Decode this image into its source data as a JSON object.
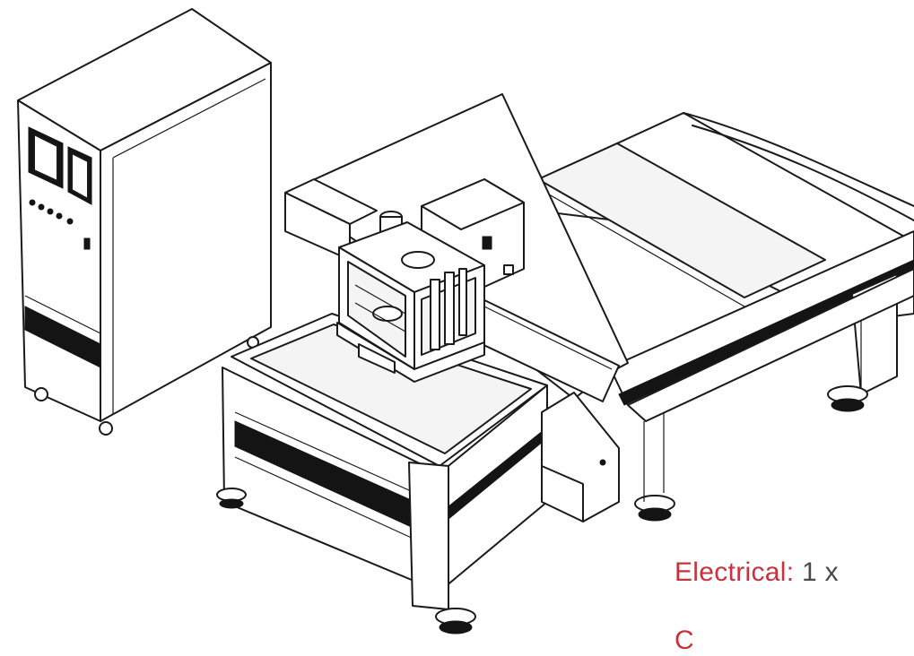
{
  "specs": [
    {
      "label": "Electrical:",
      "value": " 1 x"
    },
    {
      "label": "C",
      "value": ""
    }
  ],
  "colors": {
    "label": "#c8323c",
    "value": "#4a4a4a",
    "line": "#1a1a1a"
  }
}
